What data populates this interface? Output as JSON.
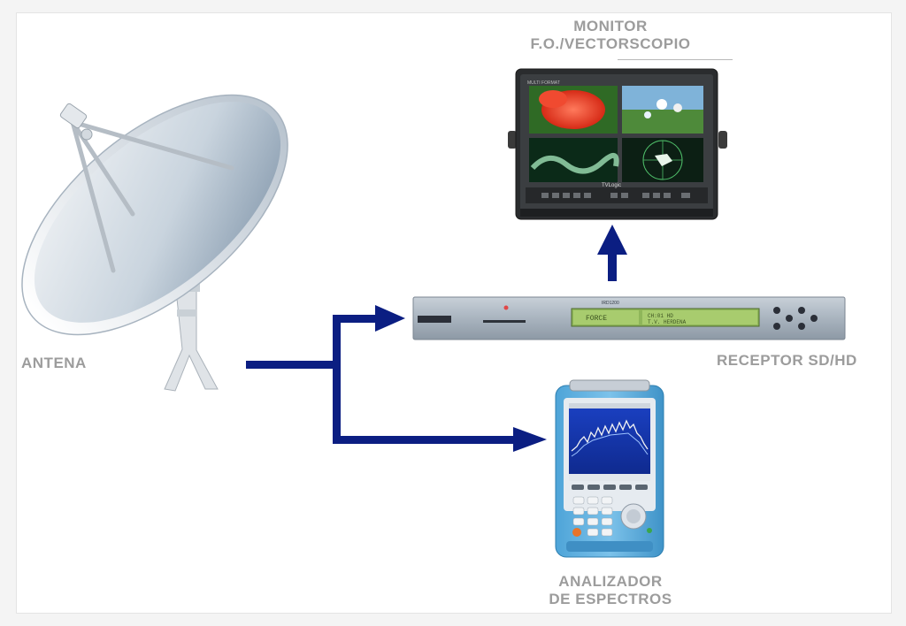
{
  "labels": {
    "monitor_line1": "MONITOR",
    "monitor_line2": "F.O./VECTORSCOPIO",
    "antena": "ANTENA",
    "receptor": "RECEPTOR SD/HD",
    "analizador_line1": "ANALIZADOR",
    "analizador_line2": "DE ESPECTROS"
  },
  "devices": {
    "monitor_brand": "TVLogic",
    "monitor_header": "MULTI FORMAT",
    "receiver_model": "IRD1200",
    "receiver_display_left": "FORCE",
    "receiver_display_right_1": "CH:01 HD",
    "receiver_display_right_2": "T.V. HERDENA"
  },
  "colors": {
    "arrow": "#0b1e82",
    "label": "#9c9c9c"
  }
}
